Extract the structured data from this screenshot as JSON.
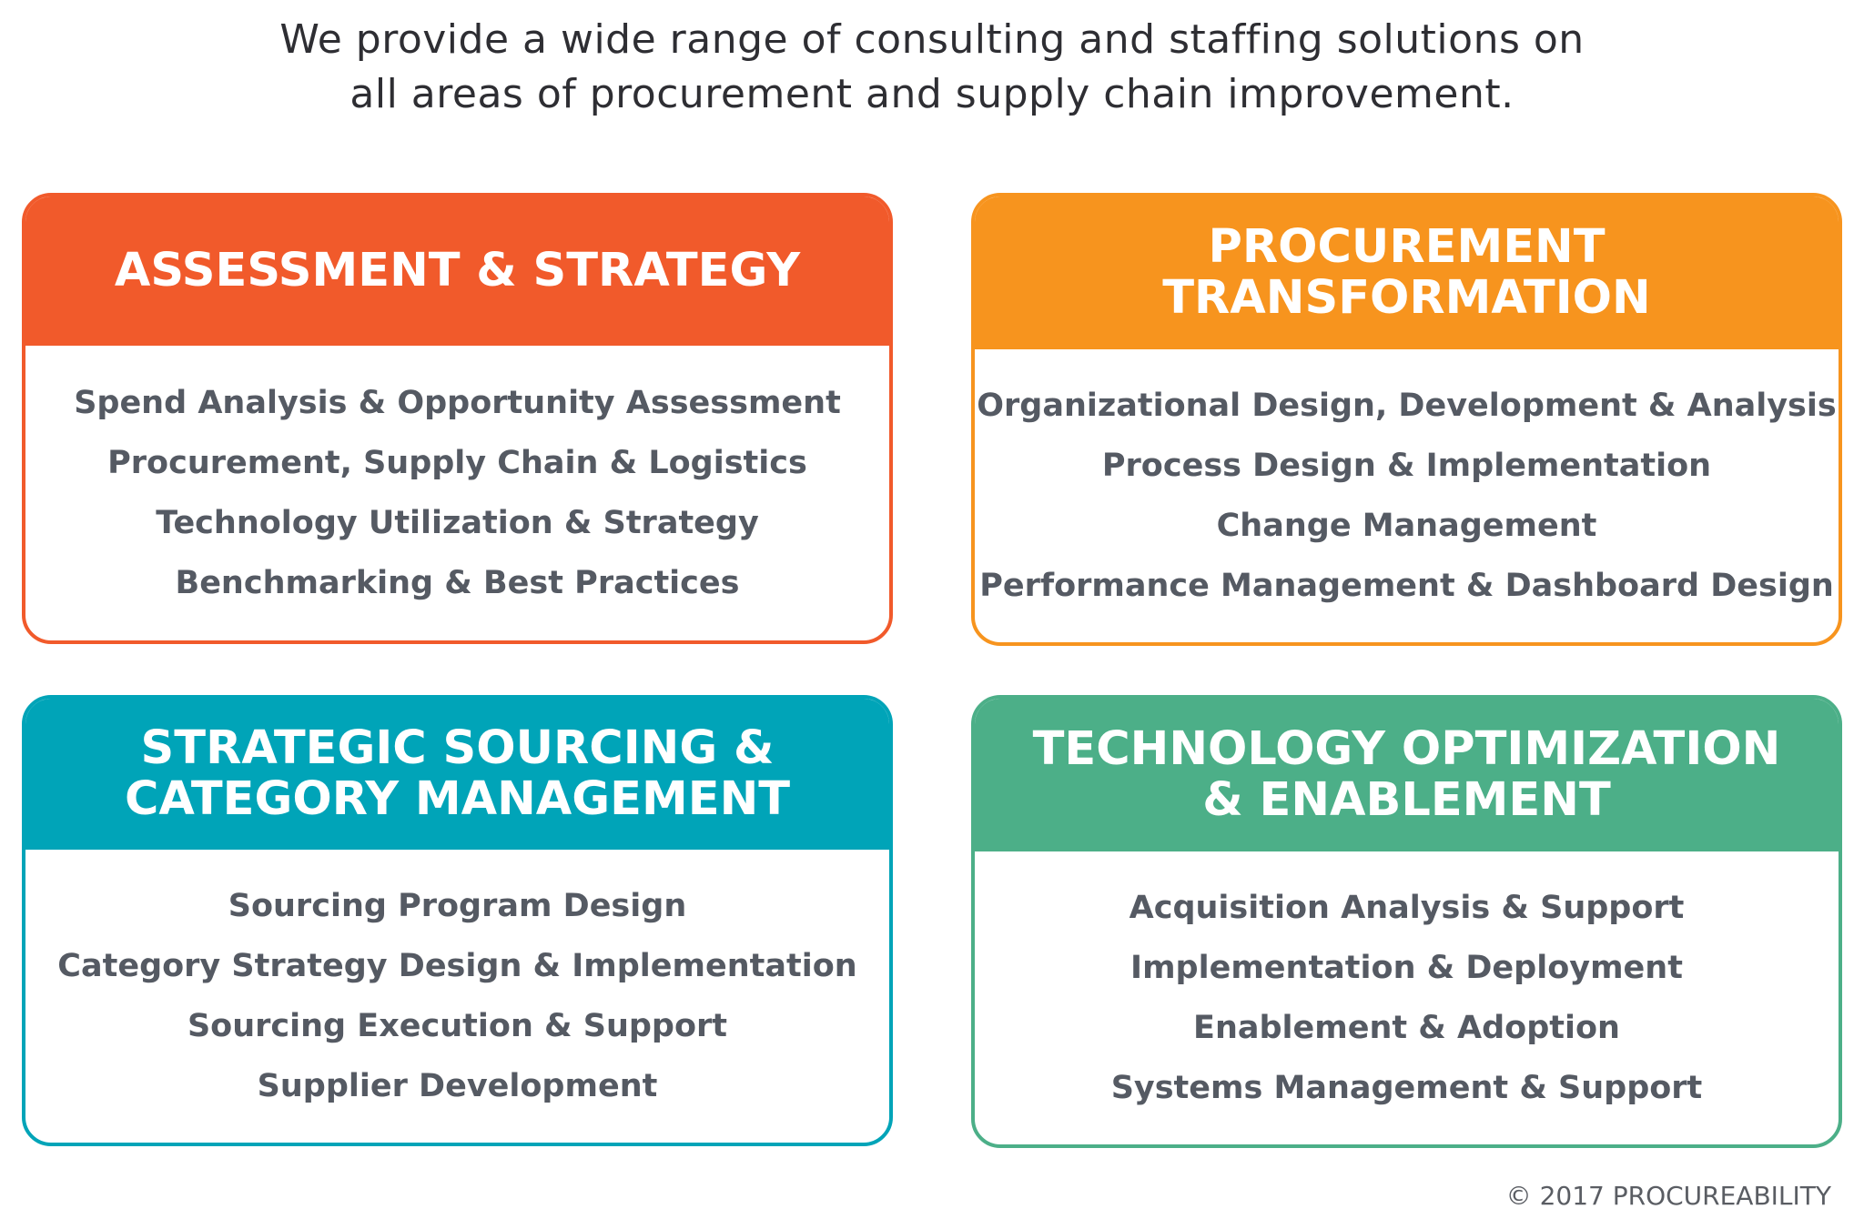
{
  "intro": {
    "line1": "We provide a wide range of consulting and staffing solutions on",
    "line2": "all areas of procurement and supply chain improvement."
  },
  "cards": [
    {
      "color": "#f15a2b",
      "title_lines": [
        "ASSESSMENT & STRATEGY"
      ],
      "items": [
        "Spend Analysis & Opportunity Assessment",
        "Procurement, Supply Chain & Logistics",
        "Technology Utilization & Strategy",
        "Benchmarking & Best Practices"
      ]
    },
    {
      "color": "#f7941e",
      "title_lines": [
        "PROCUREMENT",
        "TRANSFORMATION"
      ],
      "items": [
        "Organizational Design, Development & Analysis",
        "Process Design & Implementation",
        "Change Management",
        "Performance Management & Dashboard Design"
      ]
    },
    {
      "color": "#00a4b8",
      "title_lines": [
        "STRATEGIC SOURCING &",
        "CATEGORY MANAGEMENT"
      ],
      "items": [
        "Sourcing Program Design",
        "Category Strategy Design & Implementation",
        "Sourcing Execution & Support",
        "Supplier Development"
      ]
    },
    {
      "color": "#4caf88",
      "title_lines": [
        "TECHNOLOGY OPTIMIZATION",
        "& ENABLEMENT"
      ],
      "items": [
        "Acquisition Analysis & Support",
        "Implementation & Deployment",
        "Enablement & Adoption",
        "Systems Management & Support"
      ]
    }
  ],
  "footer": {
    "copyright": "© 2017 PROCUREABILITY"
  }
}
